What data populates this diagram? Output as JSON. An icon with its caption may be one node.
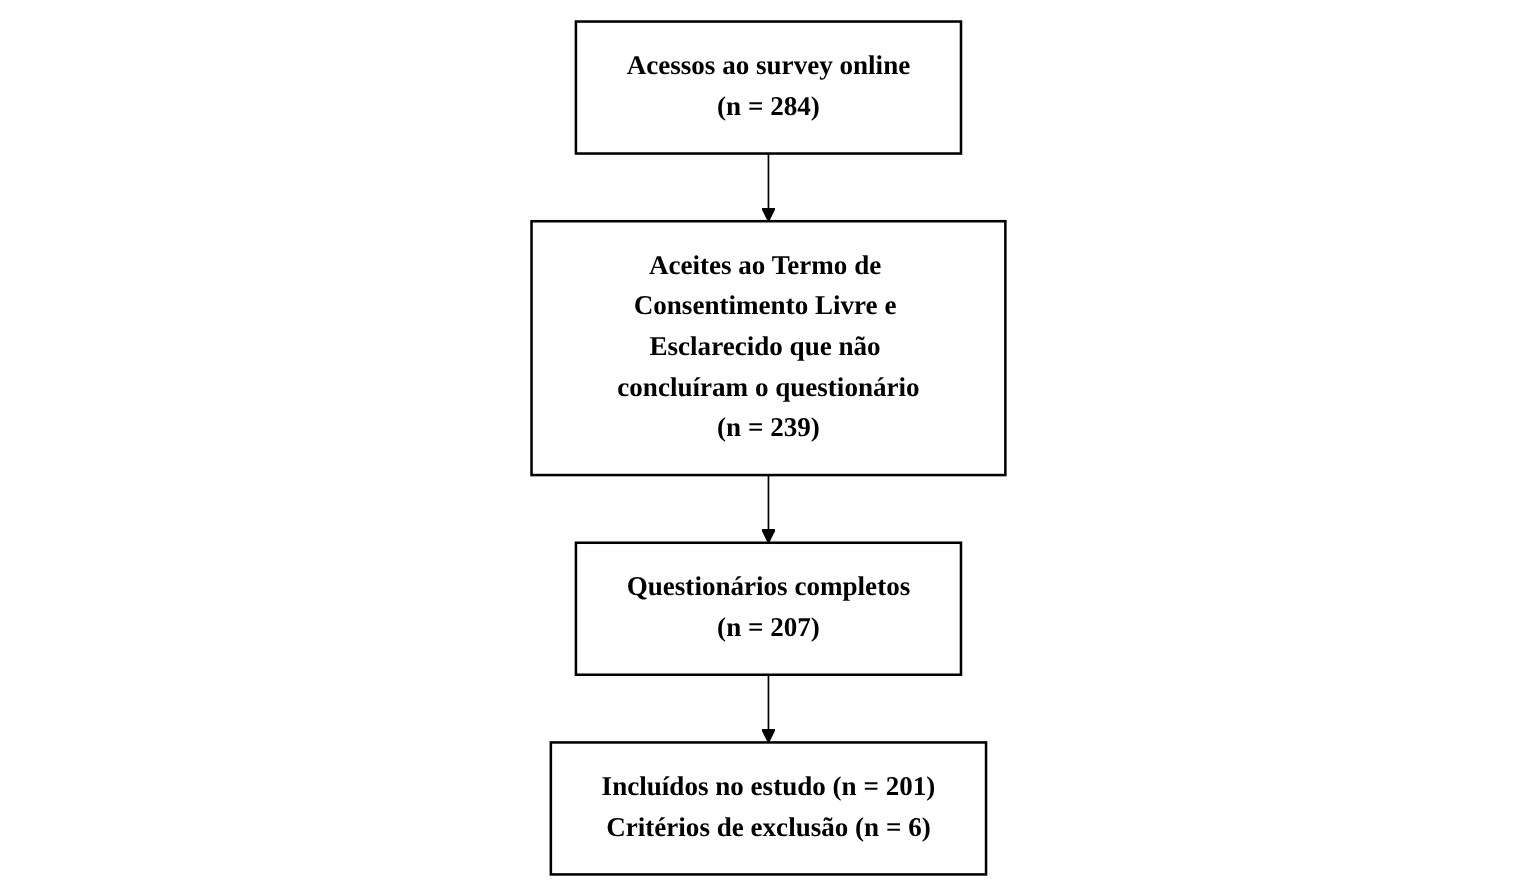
{
  "diagram": {
    "nodes": [
      {
        "text": [
          "Acessos ao survey online",
          "(n = 284)"
        ]
      },
      {
        "text": [
          "Aceites ao Termo de Consentimento Livre e Esclarecido que não concluíram o questionário",
          "(n = 239)"
        ]
      },
      {
        "text": [
          "Questionários completos",
          "(n = 207)"
        ]
      },
      {
        "text": [
          "Incluídos no estudo (n = 201)",
          "Critérios de exclusão (n = 6)"
        ]
      }
    ],
    "edges": [
      {
        "from": 0,
        "to": 1,
        "arrow": "to"
      },
      {
        "from": 1,
        "to": 2,
        "arrow": "to"
      },
      {
        "from": 2,
        "to": 3,
        "arrow": "to"
      }
    ]
  }
}
